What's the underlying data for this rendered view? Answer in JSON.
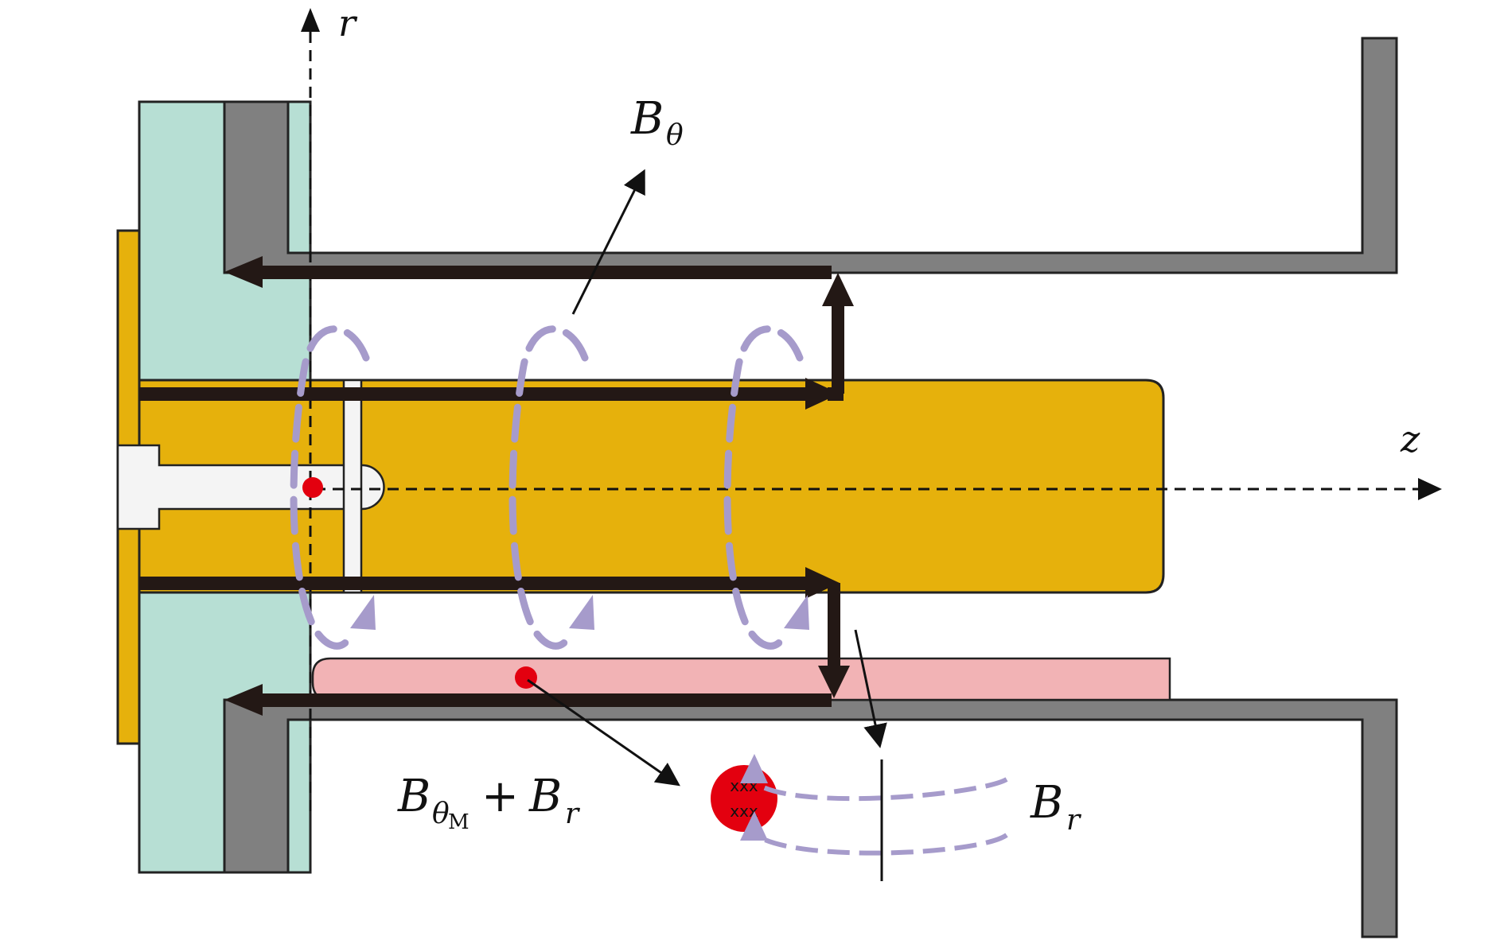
{
  "labels": {
    "axis_r": "r",
    "axis_z": "z",
    "b_theta_main": "B",
    "b_theta_sub": "θ",
    "b_theta_m_main": "B",
    "b_theta_m_sub": "θ",
    "b_theta_m_subsub": "M",
    "plus": "+",
    "b_r_main": "B",
    "b_r_sub": "r",
    "b_r_right_main": "B",
    "b_r_right_sub": "r",
    "current_marks_top": "xxx",
    "current_marks_bottom": "xxx"
  },
  "colors": {
    "electrode_yellow": "#E6B10C",
    "insulator_teal": "#B7DFD4",
    "housing_gray": "#808080",
    "plasma_pink": "#F2B3B5",
    "field_lavender": "#A69BCB",
    "current_dark": "#231815",
    "red_marker": "#E3000F",
    "cavity_white": "#F4F4F4"
  }
}
